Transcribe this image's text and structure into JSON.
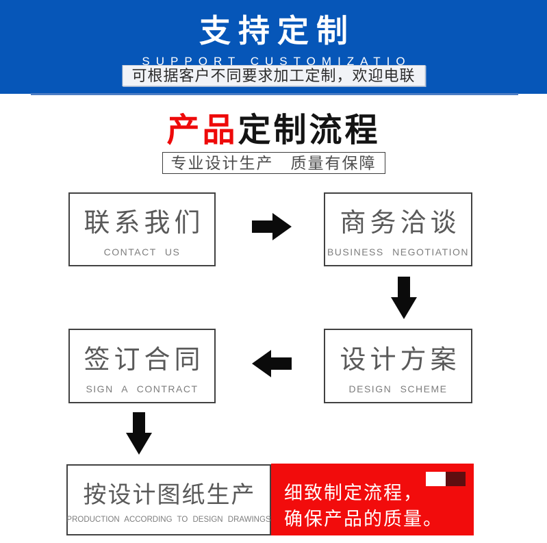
{
  "banner": {
    "title": "支持定制",
    "subtitle": "SUPPORT CUSTOMIZATIO",
    "tagline": "可根据客户不同要求加工定制，欢迎电联",
    "bg_color": "#0656b8",
    "strip_color": "#4d7dc3"
  },
  "section": {
    "title_highlight": "产品",
    "title_rest": "定制流程",
    "highlight_color": "#ee0a0a",
    "subtitle": "专业设计生产　质量有保障"
  },
  "flow": {
    "steps": [
      {
        "zh": "联系我们",
        "en": "CONTACT US"
      },
      {
        "zh": "商务洽谈",
        "en": "BUSINESS NEGOTIATION"
      },
      {
        "zh": "设计方案",
        "en": "DESIGN SCHEME"
      },
      {
        "zh": "签订合同",
        "en": "SIGN A CONTRACT"
      },
      {
        "zh": "按设计图纸生产",
        "en": "PRODUCTION ACCORDING TO DESIGN DRAWINGS"
      }
    ],
    "arrow_color": "#0b0b0b",
    "note": {
      "line1": "细致制定流程，",
      "line2": "确保产品的质量。",
      "bg_color": "#f20c0c",
      "square_colors": {
        "white": "#ffffff",
        "maroon": "#5e0e10"
      }
    }
  }
}
